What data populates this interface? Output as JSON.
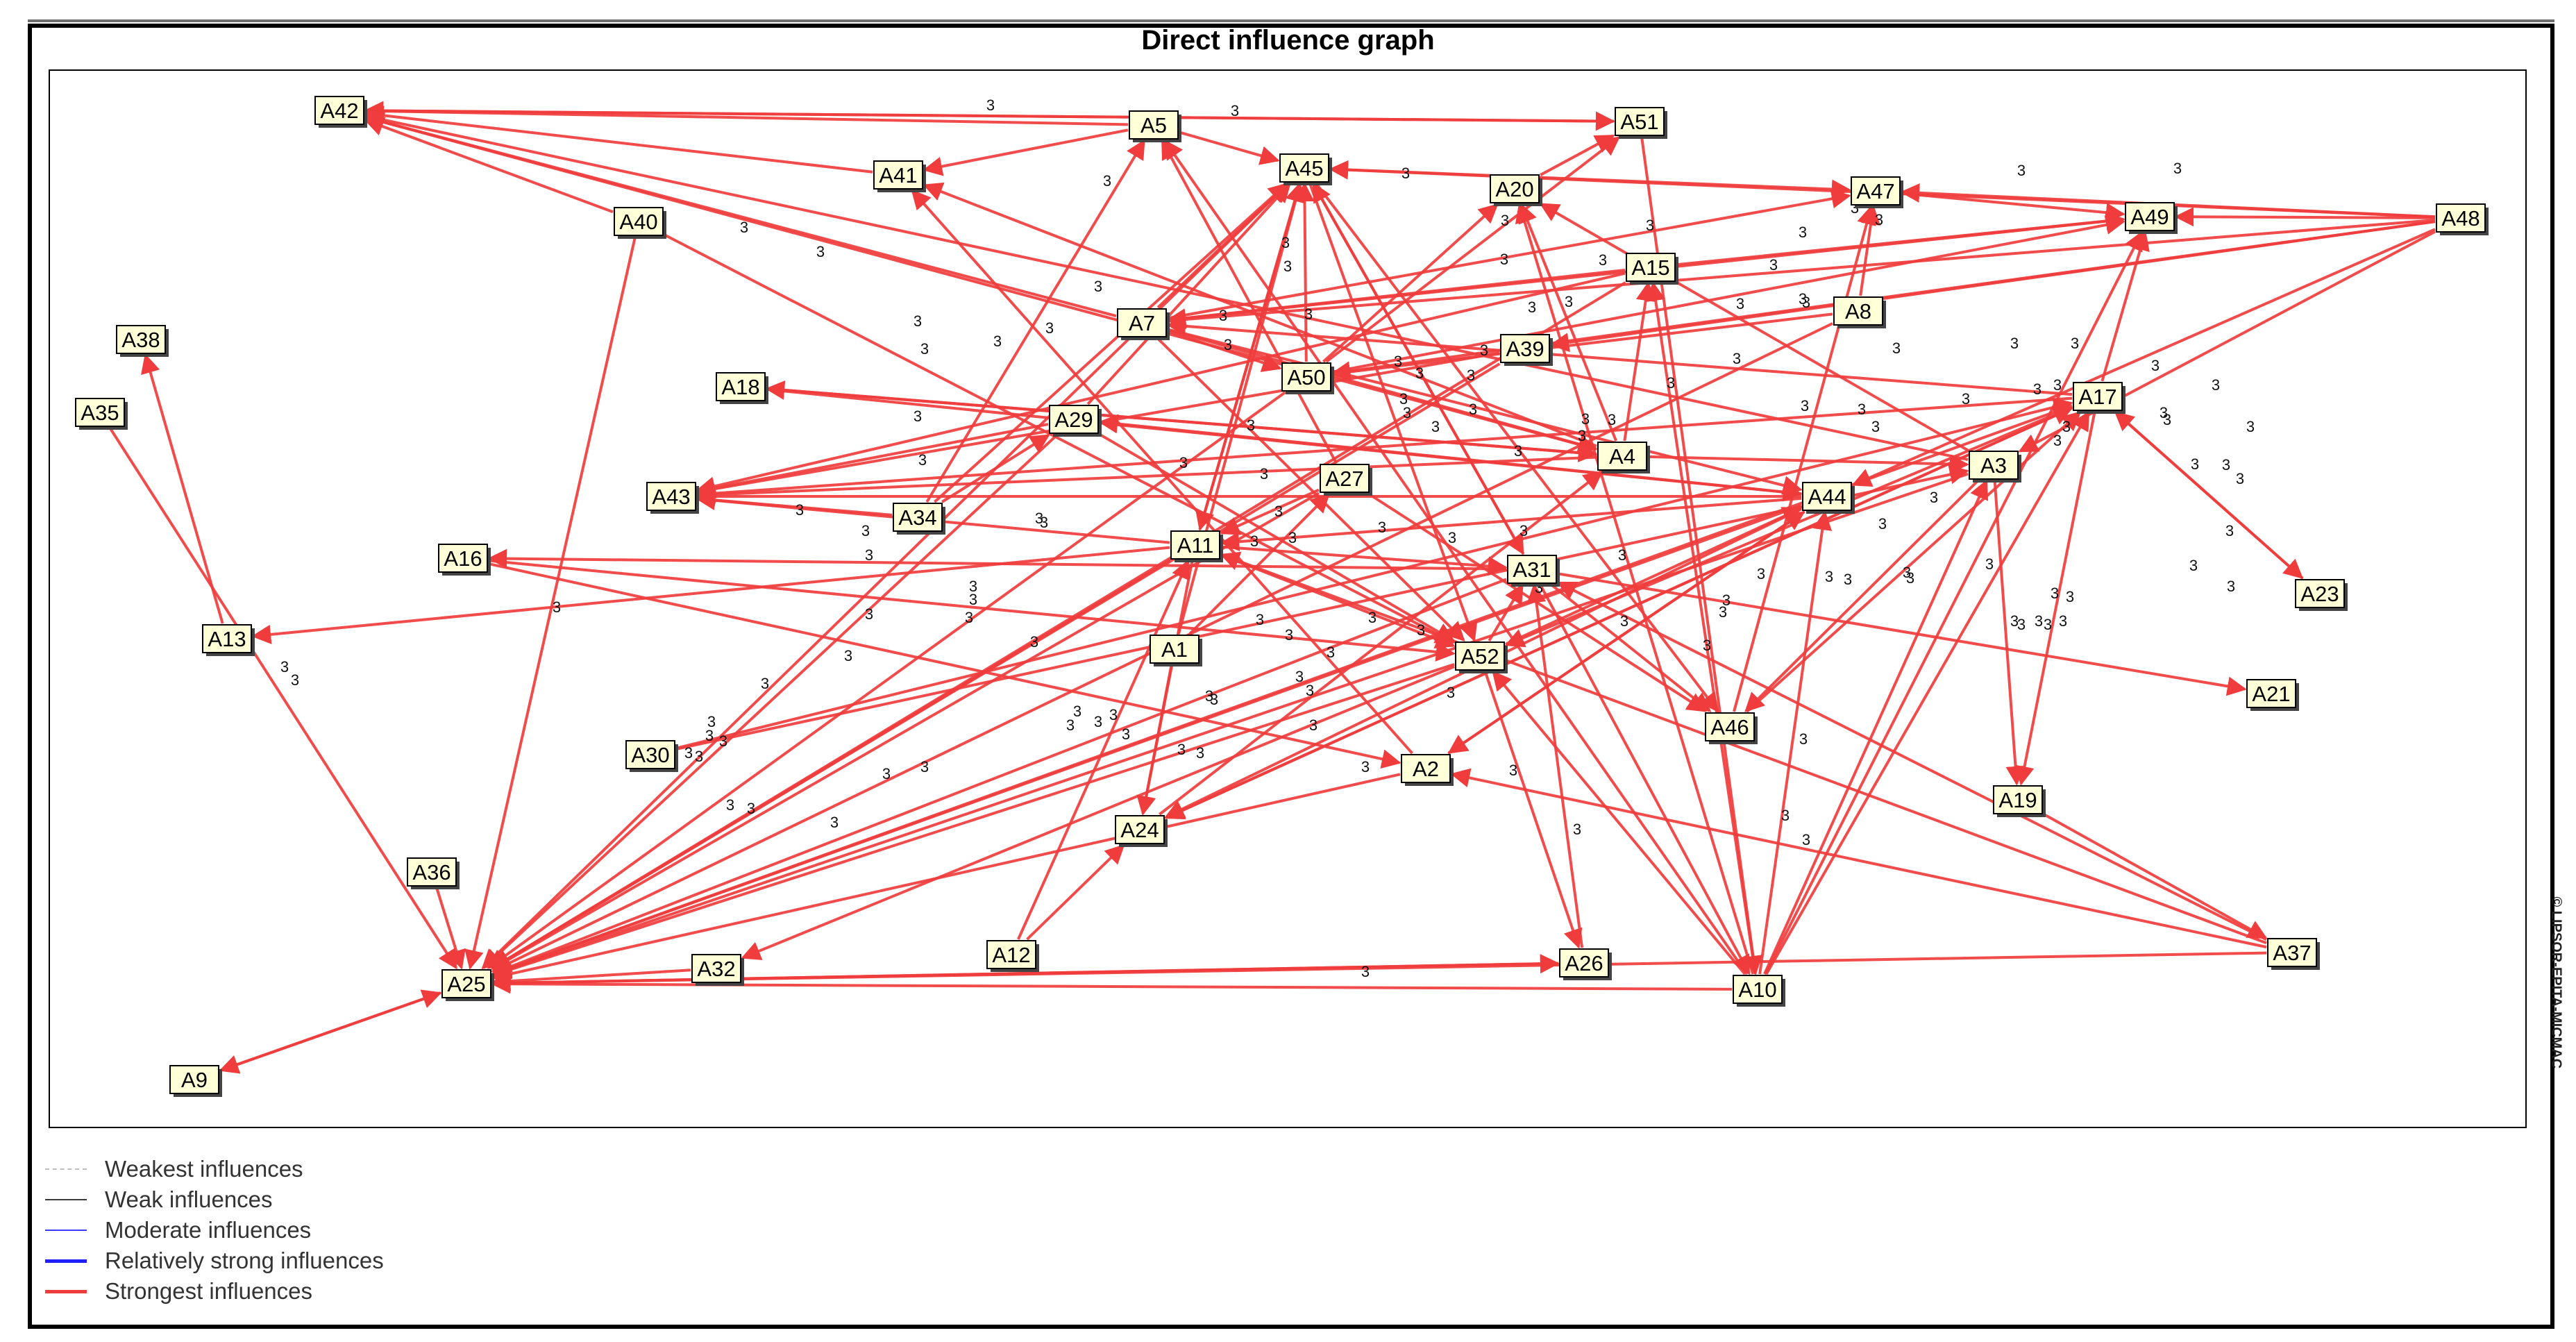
{
  "title": "Direct influence graph",
  "copyright": "© LIPSOR-EPITA-MICMAC",
  "colors": {
    "strong": "#f03c3c",
    "node_fill": "#ffffd8",
    "text": "#000000"
  },
  "legend": [
    {
      "label": "Weakest influences",
      "color": "#bdbdbd",
      "style": "dashed",
      "width": 2
    },
    {
      "label": "Weak influences",
      "color": "#3a3a3a",
      "style": "solid",
      "width": 2
    },
    {
      "label": "Moderate influences",
      "color": "#3a3aff",
      "style": "solid",
      "width": 2
    },
    {
      "label": "Relatively strong influences",
      "color": "#1f1fff",
      "style": "solid",
      "width": 5
    },
    {
      "label": "Strongest influences",
      "color": "#f03c3c",
      "style": "solid",
      "width": 5
    }
  ],
  "nodes": [
    "A42",
    "A5",
    "A51",
    "A41",
    "A45",
    "A20",
    "A47",
    "A49",
    "A48",
    "A40",
    "A15",
    "A8",
    "A38",
    "A7",
    "A39",
    "A35",
    "A18",
    "A50",
    "A29",
    "A17",
    "A4",
    "A3",
    "A27",
    "A43",
    "A34",
    "A44",
    "A11",
    "A16",
    "A31",
    "A23",
    "A13",
    "A1",
    "A52",
    "A21",
    "A46",
    "A30",
    "A2",
    "A19",
    "A24",
    "A36",
    "A12",
    "A26",
    "A37",
    "A25",
    "A32",
    "A10",
    "A9"
  ],
  "edges": [
    [
      "A5",
      "A42"
    ],
    [
      "A51",
      "A42"
    ],
    [
      "A5",
      "A41"
    ],
    [
      "A5",
      "A45"
    ],
    [
      "A45",
      "A47"
    ],
    [
      "A48",
      "A47"
    ],
    [
      "A48",
      "A49"
    ],
    [
      "A47",
      "A49"
    ],
    [
      "A48",
      "A7"
    ],
    [
      "A48",
      "A45"
    ],
    [
      "A48",
      "A44"
    ],
    [
      "A48",
      "A50"
    ],
    [
      "A48",
      "A3"
    ],
    [
      "A7",
      "A42"
    ],
    [
      "A7",
      "A49"
    ],
    [
      "A7",
      "A47"
    ],
    [
      "A7",
      "A4"
    ],
    [
      "A7",
      "A44"
    ],
    [
      "A7",
      "A52"
    ],
    [
      "A7",
      "A45"
    ],
    [
      "A40",
      "A42"
    ],
    [
      "A40",
      "A25"
    ],
    [
      "A40",
      "A52"
    ],
    [
      "A41",
      "A42"
    ],
    [
      "A4",
      "A41"
    ],
    [
      "A4",
      "A20"
    ],
    [
      "A4",
      "A15"
    ],
    [
      "A4",
      "A43"
    ],
    [
      "A4",
      "A42"
    ],
    [
      "A4",
      "A18"
    ],
    [
      "A50",
      "A20"
    ],
    [
      "A50",
      "A51"
    ],
    [
      "A50",
      "A45"
    ],
    [
      "A50",
      "A25"
    ],
    [
      "A50",
      "A49"
    ],
    [
      "A39",
      "A43"
    ],
    [
      "A39",
      "A25"
    ],
    [
      "A18",
      "A4"
    ],
    [
      "A18",
      "A44"
    ],
    [
      "A29",
      "A43"
    ],
    [
      "A29",
      "A52"
    ],
    [
      "A29",
      "A25"
    ],
    [
      "A29",
      "A45"
    ],
    [
      "A17",
      "A25"
    ],
    [
      "A17",
      "A43"
    ],
    [
      "A17",
      "A52"
    ],
    [
      "A17",
      "A19"
    ],
    [
      "A17",
      "A23"
    ],
    [
      "A23",
      "A17"
    ],
    [
      "A17",
      "A7"
    ],
    [
      "A17",
      "A49"
    ],
    [
      "A17",
      "A24"
    ],
    [
      "A3",
      "A19"
    ],
    [
      "A3",
      "A20"
    ],
    [
      "A3",
      "A42"
    ],
    [
      "A3",
      "A25"
    ],
    [
      "A3",
      "A46"
    ],
    [
      "A8",
      "A47"
    ],
    [
      "A8",
      "A50"
    ],
    [
      "A8",
      "A25"
    ],
    [
      "A15",
      "A7"
    ],
    [
      "A15",
      "A25"
    ],
    [
      "A15",
      "A49"
    ],
    [
      "A15",
      "A43"
    ],
    [
      "A51",
      "A10"
    ],
    [
      "A45",
      "A11"
    ],
    [
      "A45",
      "A25"
    ],
    [
      "A45",
      "A31"
    ],
    [
      "A45",
      "A46"
    ],
    [
      "A45",
      "A52"
    ],
    [
      "A44",
      "A25"
    ],
    [
      "A44",
      "A24"
    ],
    [
      "A44",
      "A2"
    ],
    [
      "A44",
      "A11"
    ],
    [
      "A44",
      "A29"
    ],
    [
      "A44",
      "A43"
    ],
    [
      "A31",
      "A25"
    ],
    [
      "A31",
      "A46"
    ],
    [
      "A31",
      "A10"
    ],
    [
      "A31",
      "A45"
    ],
    [
      "A31",
      "A21"
    ],
    [
      "A31",
      "A16"
    ],
    [
      "A11",
      "A43"
    ],
    [
      "A11",
      "A52"
    ],
    [
      "A11",
      "A24"
    ],
    [
      "A11",
      "A25"
    ],
    [
      "A11",
      "A31"
    ],
    [
      "A11",
      "A13"
    ],
    [
      "A11",
      "A45"
    ],
    [
      "A27",
      "A25"
    ],
    [
      "A27",
      "A11"
    ],
    [
      "A27",
      "A46"
    ],
    [
      "A27",
      "A5"
    ],
    [
      "A34",
      "A45"
    ],
    [
      "A34",
      "A5"
    ],
    [
      "A34",
      "A29"
    ],
    [
      "A34",
      "A43"
    ],
    [
      "A16",
      "A52"
    ],
    [
      "A16",
      "A2"
    ],
    [
      "A13",
      "A38"
    ],
    [
      "A35",
      "A25"
    ],
    [
      "A12",
      "A11"
    ],
    [
      "A12",
      "A24"
    ],
    [
      "A1",
      "A24"
    ],
    [
      "A1",
      "A45"
    ],
    [
      "A1",
      "A27"
    ],
    [
      "A52",
      "A44"
    ],
    [
      "A52",
      "A25"
    ],
    [
      "A52",
      "A31"
    ],
    [
      "A52",
      "A32"
    ],
    [
      "A52",
      "A26"
    ],
    [
      "A30",
      "A17"
    ],
    [
      "A30",
      "A3"
    ],
    [
      "A2",
      "A25"
    ],
    [
      "A2",
      "A41"
    ],
    [
      "A24",
      "A4"
    ],
    [
      "A24",
      "A17"
    ],
    [
      "A26",
      "A25"
    ],
    [
      "A26",
      "A31"
    ],
    [
      "A25",
      "A26"
    ],
    [
      "A10",
      "A17"
    ],
    [
      "A10",
      "A49"
    ],
    [
      "A10",
      "A44"
    ],
    [
      "A10",
      "A15"
    ],
    [
      "A10",
      "A3"
    ],
    [
      "A10",
      "A5"
    ],
    [
      "A10",
      "A25"
    ],
    [
      "A10",
      "A20"
    ],
    [
      "A10",
      "A52"
    ],
    [
      "A37",
      "A2"
    ],
    [
      "A37",
      "A25"
    ],
    [
      "A37",
      "A11"
    ],
    [
      "A37",
      "A31"
    ],
    [
      "A19",
      "A37"
    ],
    [
      "A36",
      "A25"
    ],
    [
      "A9",
      "A25"
    ],
    [
      "A25",
      "A9"
    ],
    [
      "A46",
      "A47"
    ],
    [
      "A46",
      "A17"
    ],
    [
      "A32",
      "A25"
    ],
    [
      "A2",
      "A44"
    ],
    [
      "A4",
      "A3"
    ],
    [
      "A42",
      "A51"
    ],
    [
      "A20",
      "A51"
    ],
    [
      "A7",
      "A50"
    ],
    [
      "A48",
      "A39"
    ]
  ],
  "weight_labels": [
    [
      "3",
      1425,
      157
    ],
    [
      "3",
      1777,
      165
    ],
    [
      "3",
      2023,
      255
    ],
    [
      "3",
      1070,
      333
    ],
    [
      "3",
      1180,
      368
    ],
    [
      "3",
      1593,
      266
    ],
    [
      "3",
      1850,
      355
    ],
    [
      "3",
      2166,
      323
    ],
    [
      "3",
      2375,
      330
    ],
    [
      "3",
      2595,
      340
    ],
    [
      "3",
      2670,
      305
    ],
    [
      "3",
      2910,
      251
    ],
    [
      "3",
      3135,
      248
    ],
    [
      "3",
      2705,
      322
    ],
    [
      "3",
      3103,
      532
    ],
    [
      "3",
      1320,
      468
    ],
    [
      "3",
      1330,
      508
    ],
    [
      "3",
      1435,
      497
    ],
    [
      "3",
      1510,
      478
    ],
    [
      "3",
      1580,
      418
    ],
    [
      "3",
      1760,
      460
    ],
    [
      "3",
      1767,
      502
    ],
    [
      "3",
      1853,
      389
    ],
    [
      "3",
      1883,
      458
    ],
    [
      "3",
      2012,
      526
    ],
    [
      "3",
      2043,
      543
    ],
    [
      "3",
      2117,
      546
    ],
    [
      "3",
      2136,
      510
    ],
    [
      "3",
      2165,
      379
    ],
    [
      "3",
      2205,
      448
    ],
    [
      "3",
      2258,
      440
    ],
    [
      "3",
      2307,
      380
    ],
    [
      "3",
      2505,
      443
    ],
    [
      "3",
      2500,
      522
    ],
    [
      "3",
      2553,
      387
    ],
    [
      "3",
      2595,
      436
    ],
    [
      "3",
      2600,
      441
    ],
    [
      "3",
      2730,
      507
    ],
    [
      "3",
      1320,
      605
    ],
    [
      "3",
      1327,
      668
    ],
    [
      "3",
      1703,
      672
    ],
    [
      "3",
      1800,
      618
    ],
    [
      "3",
      1819,
      688
    ],
    [
      "3",
      1840,
      742
    ],
    [
      "3",
      1805,
      785
    ],
    [
      "3",
      1860,
      780
    ],
    [
      "3",
      1989,
      765
    ],
    [
      "3",
      2020,
      580
    ],
    [
      "3",
      2025,
      600
    ],
    [
      "3",
      2066,
      620
    ],
    [
      "3",
      2120,
      595
    ],
    [
      "3",
      2185,
      655
    ],
    [
      "3",
      2277,
      633
    ],
    [
      "3",
      2282,
      609
    ],
    [
      "3",
      2320,
      610
    ],
    [
      "3",
      2405,
      557
    ],
    [
      "3",
      2598,
      590
    ],
    [
      "3",
      2680,
      595
    ],
    [
      "3",
      2830,
      580
    ],
    [
      "3",
      2933,
      566
    ],
    [
      "3",
      2962,
      640
    ],
    [
      "3",
      2987,
      500
    ],
    [
      "3",
      1150,
      740
    ],
    [
      "3",
      1245,
      770
    ],
    [
      "3",
      1250,
      890
    ],
    [
      "3",
      1400,
      850
    ],
    [
      "3",
      1400,
      869
    ],
    [
      "3",
      1250,
      805
    ],
    [
      "3",
      1394,
      895
    ],
    [
      "3",
      1488,
      930
    ],
    [
      "3",
      1495,
      752
    ],
    [
      "3",
      1502,
      758
    ],
    [
      "3",
      1813,
      898
    ],
    [
      "3",
      1855,
      920
    ],
    [
      "3",
      1870,
      980
    ],
    [
      "3",
      1915,
      945
    ],
    [
      "3",
      1740,
      1008
    ],
    [
      "3",
      1747,
      1013
    ],
    [
      "3",
      1975,
      895
    ],
    [
      "3",
      2045,
      913
    ],
    [
      "3",
      2088,
      1003
    ],
    [
      "3",
      2090,
      780
    ],
    [
      "3",
      2193,
      770
    ],
    [
      "3",
      2215,
      852
    ],
    [
      "3",
      2338,
      900
    ],
    [
      "3",
      2335,
      805
    ],
    [
      "3",
      2457,
      935
    ],
    [
      "3",
      2485,
      870
    ],
    [
      "3",
      2480,
      887
    ],
    [
      "3",
      2535,
      832
    ],
    [
      "3",
      2596,
      1070
    ],
    [
      "3",
      2633,
      836
    ],
    [
      "3",
      2660,
      840
    ],
    [
      "3",
      2745,
      830
    ],
    [
      "3",
      2750,
      838
    ],
    [
      "3",
      2784,
      722
    ],
    [
      "3",
      2864,
      818
    ],
    [
      "3",
      2900,
      900
    ],
    [
      "3",
      2910,
      905
    ],
    [
      "3",
      2935,
      900
    ],
    [
      "3",
      2970,
      900
    ],
    [
      "3",
      2958,
      860
    ],
    [
      "3",
      2980,
      865
    ],
    [
      "3",
      3158,
      820
    ],
    [
      "3",
      3160,
      674
    ],
    [
      "3",
      3205,
      675
    ],
    [
      "3",
      3210,
      770
    ],
    [
      "3",
      3212,
      850
    ],
    [
      "3",
      1080,
      1170
    ],
    [
      "3",
      1050,
      1165
    ],
    [
      "3",
      1275,
      1120
    ],
    [
      "3",
      1540,
      1050
    ],
    [
      "3",
      1550,
      1030
    ],
    [
      "3",
      1580,
      1045
    ],
    [
      "3",
      1602,
      1035
    ],
    [
      "3",
      1620,
      1063
    ],
    [
      "3",
      1700,
      1085
    ],
    [
      "3",
      1727,
      1090
    ],
    [
      "3",
      1885,
      1000
    ],
    [
      "3",
      1890,
      1050
    ],
    [
      "3",
      1965,
      1110
    ],
    [
      "3",
      2178,
      1115
    ],
    [
      "3",
      2270,
      1200
    ],
    [
      "3",
      2570,
      1180
    ],
    [
      "3",
      2600,
      1215
    ],
    [
      "3",
      1330,
      1110
    ],
    [
      "3",
      1200,
      1190
    ],
    [
      "3",
      1220,
      950
    ],
    [
      "3",
      1020,
      1065
    ],
    [
      "3",
      1023,
      1045
    ],
    [
      "3",
      1040,
      1073
    ],
    [
      "3",
      1005,
      1095
    ],
    [
      "3",
      990,
      1090
    ],
    [
      "3",
      960,
      1083
    ],
    [
      "3",
      800,
      880
    ],
    [
      "3",
      408,
      966
    ],
    [
      "3",
      423,
      985
    ],
    [
      "3",
      1100,
      990
    ],
    [
      "3",
      1965,
      1405
    ],
    [
      "3",
      3115,
      600
    ],
    [
      "3",
      3120,
      610
    ],
    [
      "3",
      3240,
      620
    ],
    [
      "3",
      3225,
      695
    ],
    [
      "3",
      3190,
      560
    ],
    [
      "3",
      2700,
      620
    ],
    [
      "3",
      2710,
      760
    ],
    [
      "3",
      2900,
      500
    ],
    [
      "3",
      2948,
      905
    ],
    [
      "3",
      2962,
      560
    ],
    [
      "3",
      2975,
      620
    ]
  ]
}
